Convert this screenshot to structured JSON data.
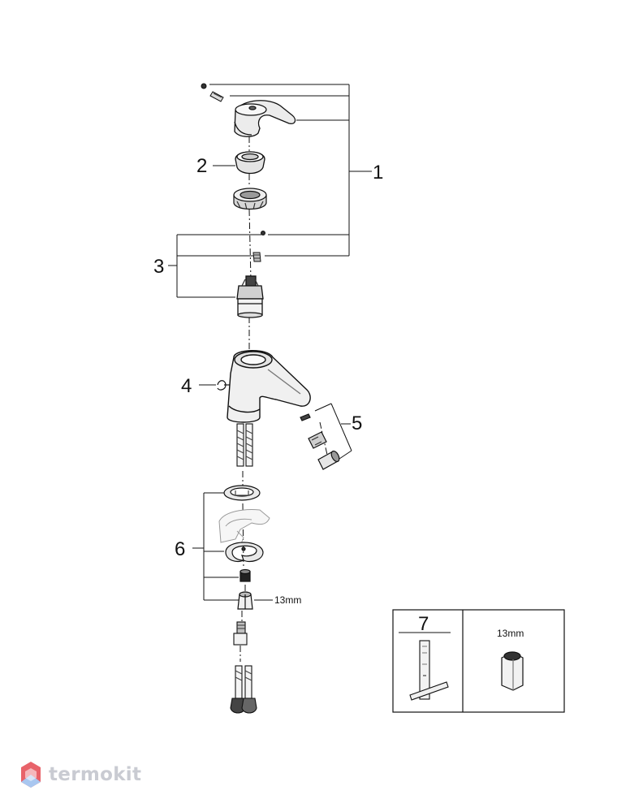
{
  "callouts": {
    "c1": "1",
    "c2": "2",
    "c3": "3",
    "c4": "4",
    "c5": "5",
    "c6": "6"
  },
  "nut_size_label": "13mm",
  "inset": {
    "title": "7",
    "nut_size_label": "13mm"
  },
  "watermark": {
    "text": "termokit"
  },
  "colors": {
    "line": "#111111",
    "part_fill": "#e6e6e6",
    "part_dark": "#555555",
    "watermark_red": "#e8636a",
    "watermark_blue": "#a9c7f0",
    "watermark_text": "#c9cbd2"
  }
}
